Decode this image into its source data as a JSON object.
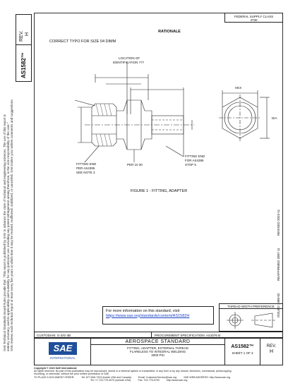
{
  "side_box": {
    "rev_label": "REV.",
    "rev_value": "H",
    "doc_number": "AS1582™"
  },
  "disclaimer_lines": [
    "SAE Technical Standards Board Rules provide that: \"This report is published by SAE to advance the state of technical and engineering sciences. The use of this report is",
    "entirely voluntary, and its applicability and suitability for any particular use, including any patent infringement arising therefrom, is the sole responsibility of the user.\"",
    "SAE reviews each technical report at least every five years at which time it may be revised, reaffirmed, stabilized, or cancelled. SAE invites your written comments and suggestions."
  ],
  "header_note": [
    "FEDERAL SUPPLY CLASS",
    "4730"
  ],
  "rationale": {
    "title": "RATIONALE",
    "text": "CORRECT TYPO FOR SIZE 04 DIMM"
  },
  "drawing": {
    "caption": "FIGURE 1 - FITTING, ADAPTER",
    "callouts": [
      "LOCATION OF",
      "IDENTIFICATION ???",
      "FITTING END",
      "PER AS4395",
      "SEE NOTE 3",
      "FITTING END",
      "FOR AS4395",
      "STOP 5",
      "PER 10 30",
      "DIA",
      "HEX"
    ]
  },
  "vertical_dates": [
    "ISSUED 1980-02",
    "REAFFIRMED 2007-11",
    "REVISED 2023-11"
  ],
  "info_box": {
    "line1": "For more information on this standard, visit",
    "link": "https://www.sae.org/standards/content/AS1582H"
  },
  "thread_box": {
    "title": "THREAD WIDTH PREFERENCE"
  },
  "custodian": "CUSTODIAN: G-3/G-3B",
  "procurement": "PROCUREMENT SPECIFICATION: AS1576 B",
  "title_block": {
    "standard": "AEROSPACE STANDARD",
    "title_lines": [
      "FITTING, ADAPTER, EXTERNAL THREAD",
      "FLARELESS TO INTEGRAL WELDING",
      "3000 PSI"
    ],
    "doc_number": "AS1582™",
    "sheet": "SHEET 1 OF 3",
    "rev_label": "REV.",
    "rev_value": "H"
  },
  "footer": {
    "copyright": "Copyright © 2023 SAE International",
    "rights": "All rights reserved. No part of this publication may be reproduced, stored in a retrieval system or transmitted, in any form or by any means, electronic, mechanical, photocopying,",
    "rights2": "recording, or otherwise, without the prior written permission of SAE.",
    "contact_left": "TO PLACE A DOCUMENT ORDER:",
    "tel": "Tel: 877-606-7323 (inside USA and Canada)",
    "tel2": "Tel: +1 724-776-4970 (outside USA)",
    "fax": "Fax: 724-776-0790",
    "email": "Email: CustomerService@sae.org",
    "web": "http://www.sae.org",
    "feedback": "SAE WEB ADDRESS: http://www.sae.org"
  },
  "logo": {
    "mark": "SAE",
    "sub": "INTERNATIONAL"
  }
}
